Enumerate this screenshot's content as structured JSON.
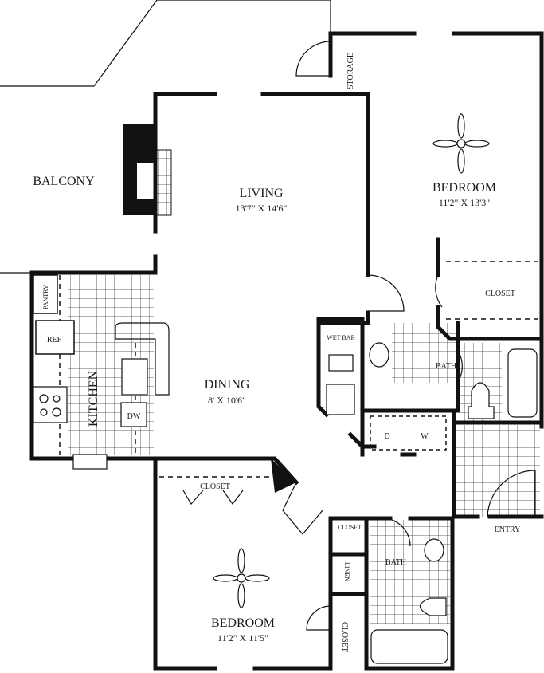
{
  "rooms": {
    "balcony": {
      "name": "BALCONY"
    },
    "living": {
      "name": "LIVING",
      "size": "13'7\" X 14'6\""
    },
    "bedroom_1": {
      "name": "BEDROOM",
      "size": "11'2\" X 13'3\""
    },
    "bedroom_2": {
      "name": "BEDROOM",
      "size": "11'2\" X 11'5\""
    },
    "dining": {
      "name": "DINING",
      "size": "8' X 10'6\""
    },
    "kitchen": {
      "name": "KITCHEN"
    },
    "storage": {
      "name": "STORAGE"
    },
    "pantry": {
      "name": "PANTRY"
    },
    "closet_master": {
      "name": "CLOSET"
    },
    "closet_hall": {
      "name": "CLOSET"
    },
    "closet_small": {
      "name": "CLOSET"
    },
    "closet_bedroom2": {
      "name": "CLOSET"
    },
    "linen": {
      "name": "LINEN"
    },
    "bath_1": {
      "name": "BATH"
    },
    "bath_2": {
      "name": "BATH"
    },
    "wet_bar": {
      "name": "WET BAR"
    },
    "entry": {
      "name": "ENTRY"
    }
  },
  "fixtures": {
    "refrigerator": "REF",
    "dishwasher": "DW",
    "dryer": "D",
    "washer": "W"
  }
}
